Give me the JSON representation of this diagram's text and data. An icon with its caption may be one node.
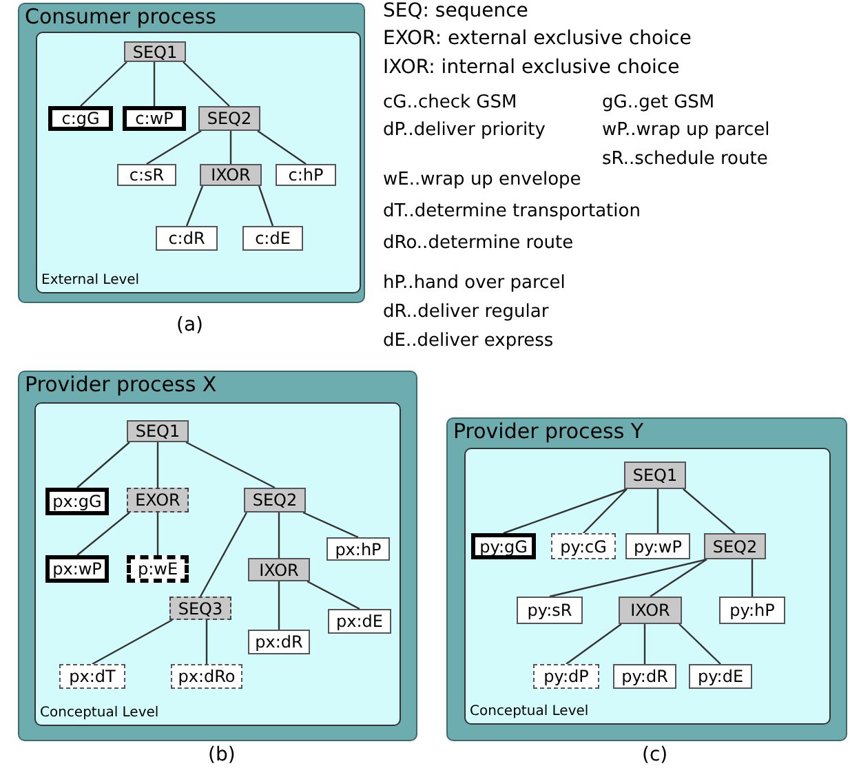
{
  "diagram": {
    "nodes": [
      {
        "text": [
          "Consumer process"
        ]
      },
      {
        "text": [
          "External Level"
        ],
        "in": 0
      },
      {
        "text": [
          "SEQ1"
        ],
        "in": 1
      },
      {
        "text": [
          "c:gG"
        ],
        "in": 1
      },
      {
        "text": [
          "c:wP"
        ],
        "in": 1
      },
      {
        "text": [
          "SEQ2"
        ],
        "in": 1
      },
      {
        "text": [
          "c:sR"
        ],
        "in": 1
      },
      {
        "text": [
          "IXOR"
        ],
        "in": 1
      },
      {
        "text": [
          "c:hP"
        ],
        "in": 1
      },
      {
        "text": [
          "c:dR"
        ],
        "in": 1
      },
      {
        "text": [
          "c:dE"
        ],
        "in": 1
      },
      {
        "text": [
          "Provider process X"
        ]
      },
      {
        "text": [
          "Conceptual Level"
        ],
        "in": 11
      },
      {
        "text": [
          "SEQ1"
        ],
        "in": 12
      },
      {
        "text": [
          "px:gG"
        ],
        "in": 12
      },
      {
        "text": [
          "EXOR"
        ],
        "in": 12
      },
      {
        "text": [
          "SEQ2"
        ],
        "in": 12
      },
      {
        "text": [
          "px:wP"
        ],
        "in": 12
      },
      {
        "text": [
          "p:wE"
        ],
        "in": 12
      },
      {
        "text": [
          "px:hP"
        ],
        "in": 12
      },
      {
        "text": [
          "IXOR"
        ],
        "in": 12
      },
      {
        "text": [
          "SEQ3"
        ],
        "in": 12
      },
      {
        "text": [
          "px:dE"
        ],
        "in": 12
      },
      {
        "text": [
          "px:dR"
        ],
        "in": 12
      },
      {
        "text": [
          "px:dT"
        ],
        "in": 12
      },
      {
        "text": [
          "px:dRo"
        ],
        "in": 12
      },
      {
        "text": [
          "Provider process Y"
        ]
      },
      {
        "text": [
          "Conceptual Level"
        ],
        "in": 26
      },
      {
        "text": [
          "SEQ1"
        ],
        "in": 27
      },
      {
        "text": [
          "py:gG"
        ],
        "in": 27
      },
      {
        "text": [
          "py:cG"
        ],
        "in": 27
      },
      {
        "text": [
          "py:wP"
        ],
        "in": 27
      },
      {
        "text": [
          "SEQ2"
        ],
        "in": 27
      },
      {
        "text": [
          "py:sR"
        ],
        "in": 27
      },
      {
        "text": [
          "IXOR"
        ],
        "in": 27
      },
      {
        "text": [
          "py:hP"
        ],
        "in": 27
      },
      {
        "text": [
          "py:dP"
        ],
        "in": 27
      },
      {
        "text": [
          "py:dR"
        ],
        "in": 27
      },
      {
        "text": [
          "py:dE"
        ],
        "in": 27
      }
    ],
    "edges": [
      {
        "from": 2,
        "to": 3,
        "arrow": "none"
      },
      {
        "from": 2,
        "to": 4,
        "arrow": "none"
      },
      {
        "from": 2,
        "to": 5,
        "arrow": "none"
      },
      {
        "from": 5,
        "to": 6,
        "arrow": "none"
      },
      {
        "from": 5,
        "to": 7,
        "arrow": "none"
      },
      {
        "from": 5,
        "to": 8,
        "arrow": "none"
      },
      {
        "from": 7,
        "to": 9,
        "arrow": "none"
      },
      {
        "from": 7,
        "to": 10,
        "arrow": "none"
      },
      {
        "from": 13,
        "to": 14,
        "arrow": "none"
      },
      {
        "from": 13,
        "to": 15,
        "arrow": "none"
      },
      {
        "from": 13,
        "to": 16,
        "arrow": "none"
      },
      {
        "from": 15,
        "to": 17,
        "arrow": "none"
      },
      {
        "from": 15,
        "to": 18,
        "arrow": "none"
      },
      {
        "from": 16,
        "to": 21,
        "arrow": "none"
      },
      {
        "from": 16,
        "to": 20,
        "arrow": "none"
      },
      {
        "from": 16,
        "to": 19,
        "arrow": "none"
      },
      {
        "from": 20,
        "to": 23,
        "arrow": "none"
      },
      {
        "from": 20,
        "to": 22,
        "arrow": "none"
      },
      {
        "from": 21,
        "to": 24,
        "arrow": "none"
      },
      {
        "from": 21,
        "to": 25,
        "arrow": "none"
      },
      {
        "from": 28,
        "to": 29,
        "arrow": "none"
      },
      {
        "from": 28,
        "to": 30,
        "arrow": "none"
      },
      {
        "from": 28,
        "to": 31,
        "arrow": "none"
      },
      {
        "from": 28,
        "to": 32,
        "arrow": "none"
      },
      {
        "from": 32,
        "to": 33,
        "arrow": "none"
      },
      {
        "from": 32,
        "to": 34,
        "arrow": "none"
      },
      {
        "from": 32,
        "to": 35,
        "arrow": "none"
      },
      {
        "from": 34,
        "to": 36,
        "arrow": "none"
      },
      {
        "from": 34,
        "to": 37,
        "arrow": "none"
      },
      {
        "from": 34,
        "to": 38,
        "arrow": "none"
      }
    ],
    "labels": [
      "SEQ: sequence",
      "EXOR: external exclusive choice",
      "IXOR: internal exclusive choice",
      "cG..check GSM",
      "gG..get GSM",
      "dP..deliver priority",
      "wP..wrap up parcel",
      "sR..schedule route",
      "wE..wrap up envelope",
      "dT..determine transportation",
      "dRo..determine route",
      "hP..hand over parcel",
      "dR..deliver regular",
      "dE..deliver express",
      "(a)",
      "(b)",
      "(c)"
    ]
  }
}
